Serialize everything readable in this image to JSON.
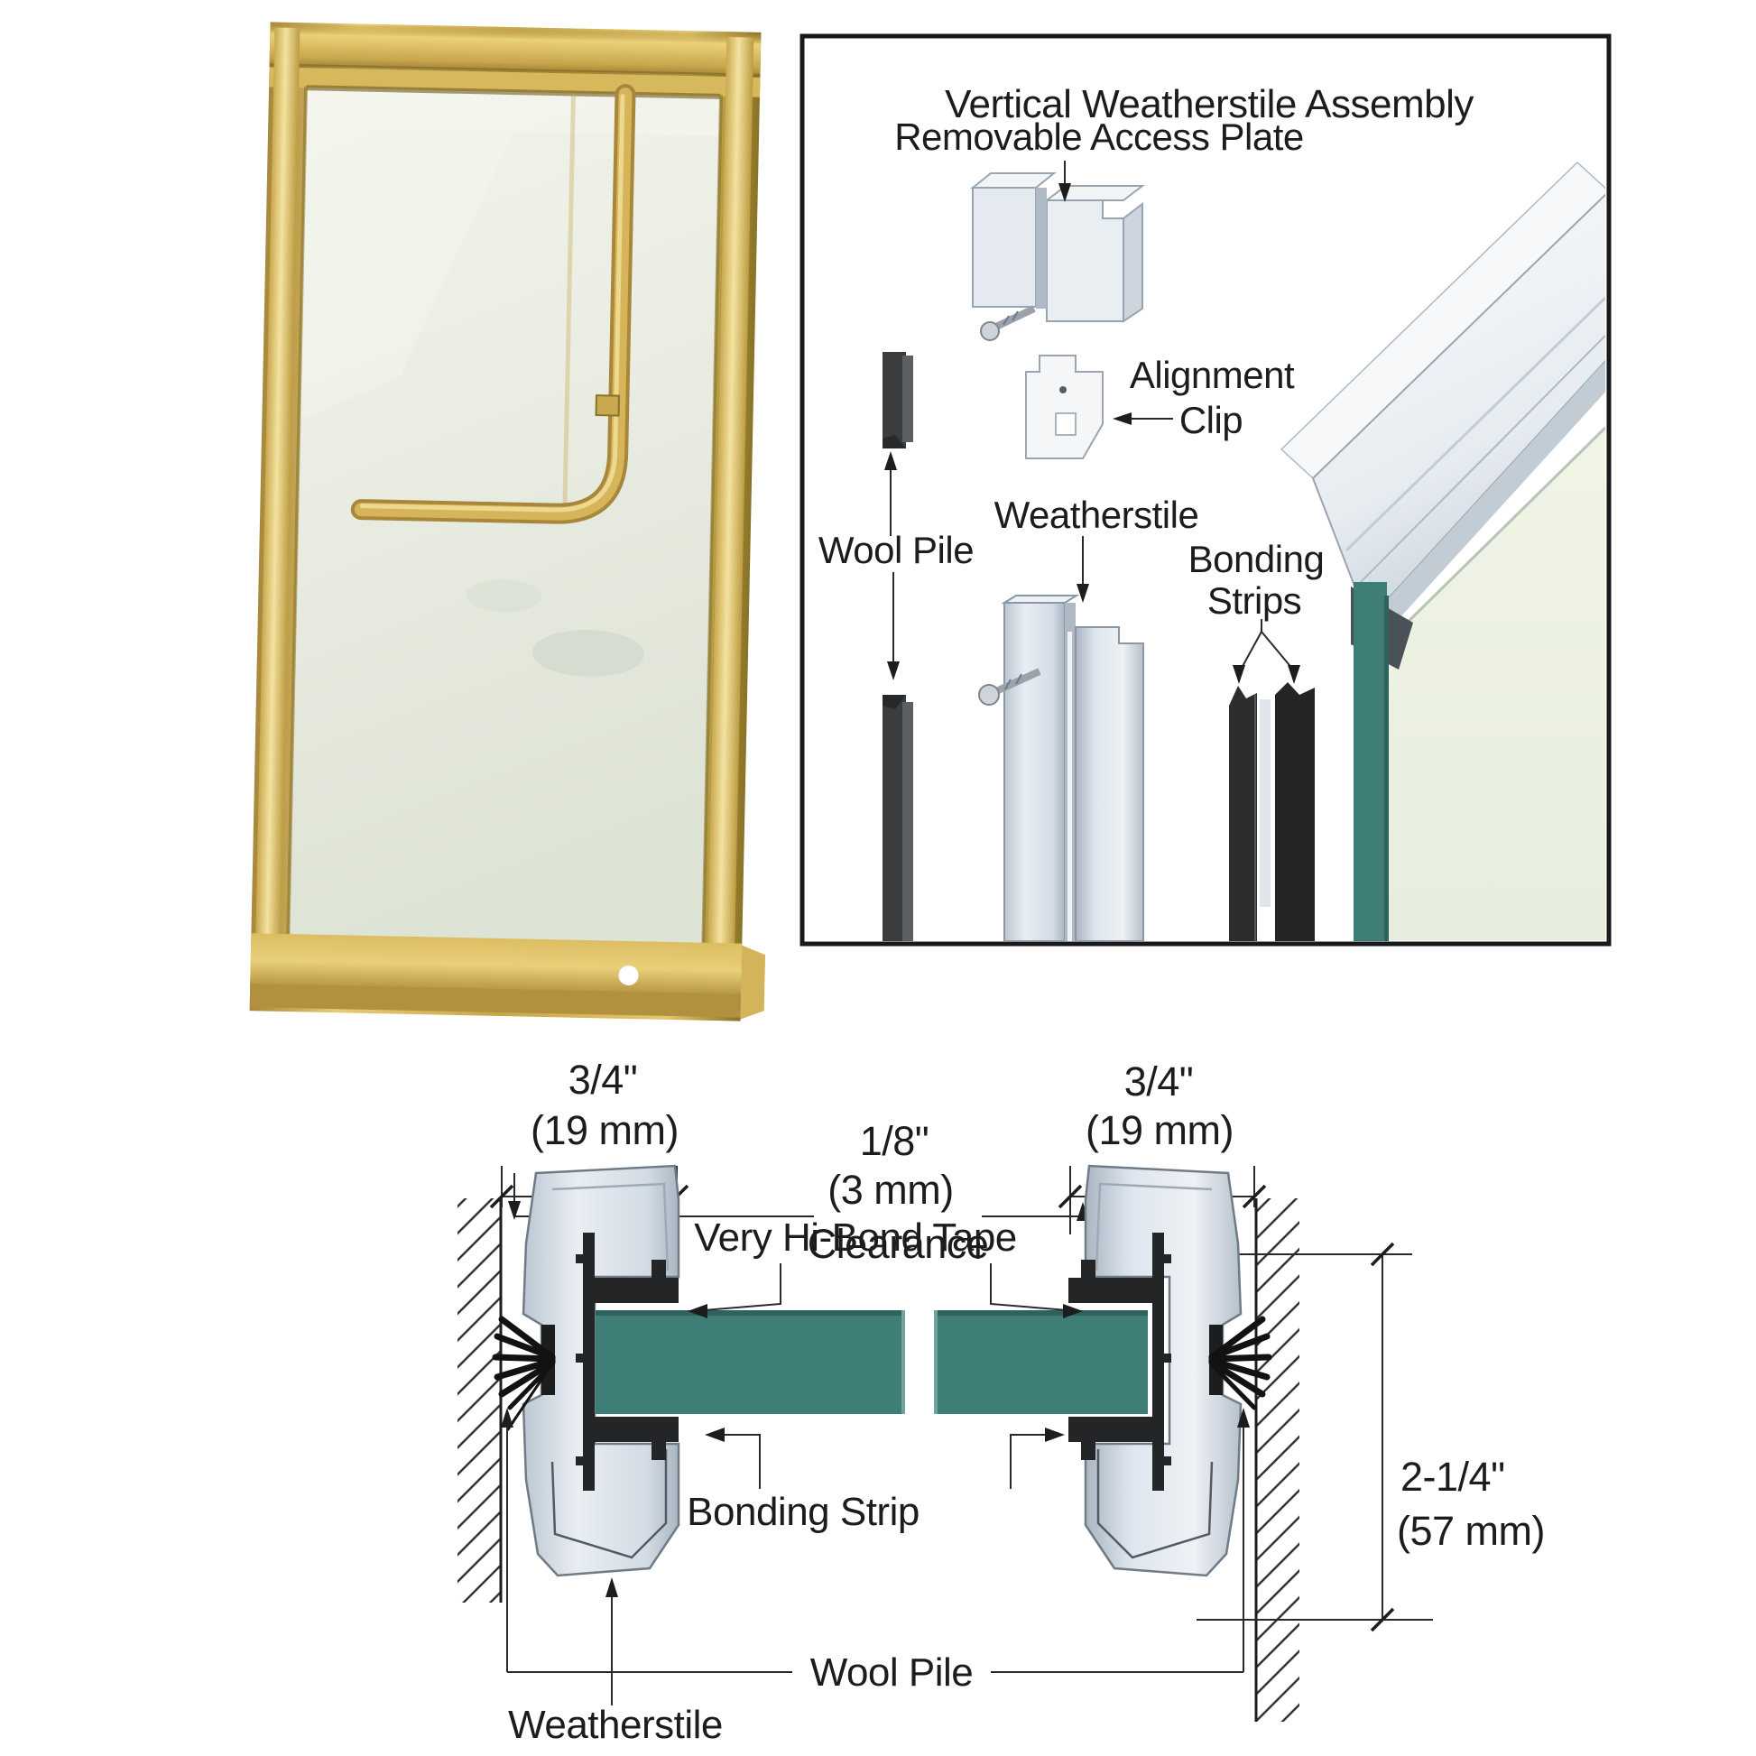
{
  "assembly_panel": {
    "title": "Vertical Weatherstile Assembly",
    "labels": {
      "removable_access_plate": "Removable Access Plate",
      "alignment_clip": [
        "Alignment",
        "Clip"
      ],
      "wool_pile": "Wool Pile",
      "weatherstile": "Weatherstile",
      "bonding_strips": [
        "Bonding",
        "Strips"
      ]
    }
  },
  "cross_section": {
    "dimensions": {
      "left_width": {
        "inches": "3/4\"",
        "metric": "(19 mm)"
      },
      "clearance": {
        "inches": "1/8\"",
        "metric": "(3 mm)",
        "word": "Clearance"
      },
      "right_width": {
        "inches": "3/4\"",
        "metric": "(19 mm)"
      },
      "height": {
        "inches": "2-1/4\"",
        "metric": "(57 mm)"
      }
    },
    "labels": {
      "very_hi_bond_tape": "Very Hi-Bond Tape",
      "bonding_strip": "Bonding Strip",
      "wool_pile": "Wool Pile",
      "weatherstile": "Weatherstile"
    }
  },
  "colors": {
    "frame_gold": "#c9a84e",
    "gold_highlight": "#f1dc96",
    "glass_tint": "#e9ece1",
    "glass_edge_teal": "#3e7e77",
    "aluminum_silver": "#d8dfe7",
    "seal_black": "#242526",
    "ink": "#1c1c1c"
  }
}
